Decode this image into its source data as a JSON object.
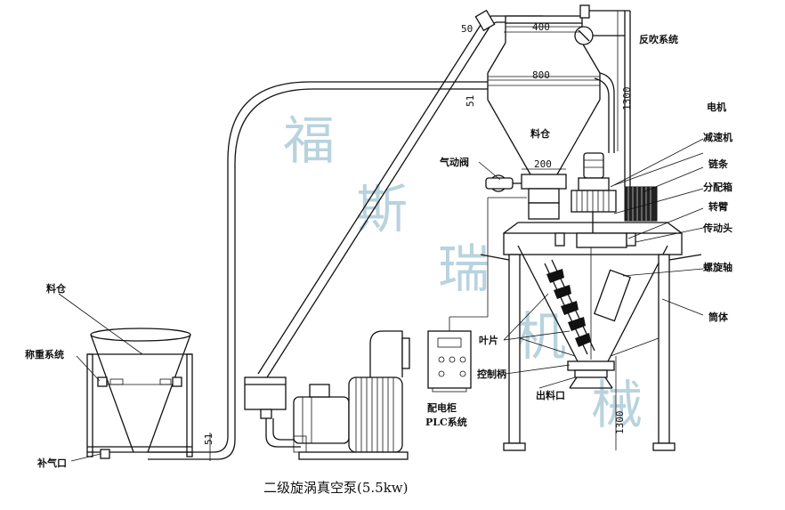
{
  "watermark": [
    "福",
    "斯",
    "瑞",
    "机",
    "械"
  ],
  "labels": {
    "hopper_left": "料仓",
    "weighing": "称重系统",
    "air_make_up": "补气口",
    "pump_caption": "二级旋涡真空泵(5.5kw)",
    "cabinet_line1": "配电柜",
    "cabinet_line2": "PLC系统",
    "blades": "叶片",
    "control_handle": "控制柄",
    "outlet": "出料口",
    "silo": "料仓",
    "pneumatic_valve": "气动阀",
    "back_blow": "反吹系统",
    "motor": "电机",
    "reducer": "减速机",
    "chain": "链条",
    "distribution": "分配箱",
    "rotating_arm": "转臂",
    "drive_head": "传动头",
    "screw_shaft": "螺旋轴",
    "cylinder": "筒体"
  },
  "dims": {
    "d400": "400",
    "d800": "800",
    "d200": "200",
    "d1300_top": "1300",
    "d1300_bottom": "1300",
    "d50": "50",
    "d51_silo": "51",
    "d51_left": "51"
  }
}
